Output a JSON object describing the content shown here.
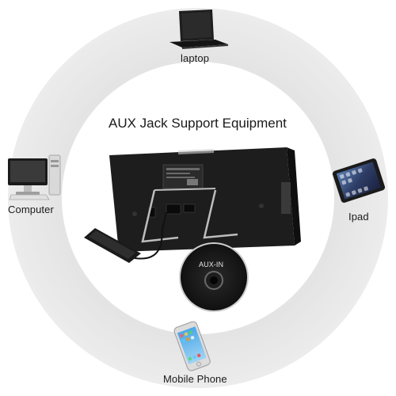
{
  "diagram": {
    "title": "AUX Jack Support Equipment",
    "port_label": "AUX-IN",
    "devices": {
      "laptop": "laptop",
      "computer": "Computer",
      "ipad": "Ipad",
      "mobile_phone": "Mobile Phone"
    }
  },
  "colors": {
    "ring": "#e8e8e8",
    "inner_disc": "#ffffff",
    "device_body": "#1c1c1c",
    "text": "#1a1a1a"
  },
  "icons": {
    "laptop": "laptop-icon",
    "computer": "desktop-computer-icon",
    "ipad": "tablet-icon",
    "mobile_phone": "smartphone-icon",
    "speaker": "speaker-device-icon",
    "aux_port": "aux-jack-icon"
  }
}
